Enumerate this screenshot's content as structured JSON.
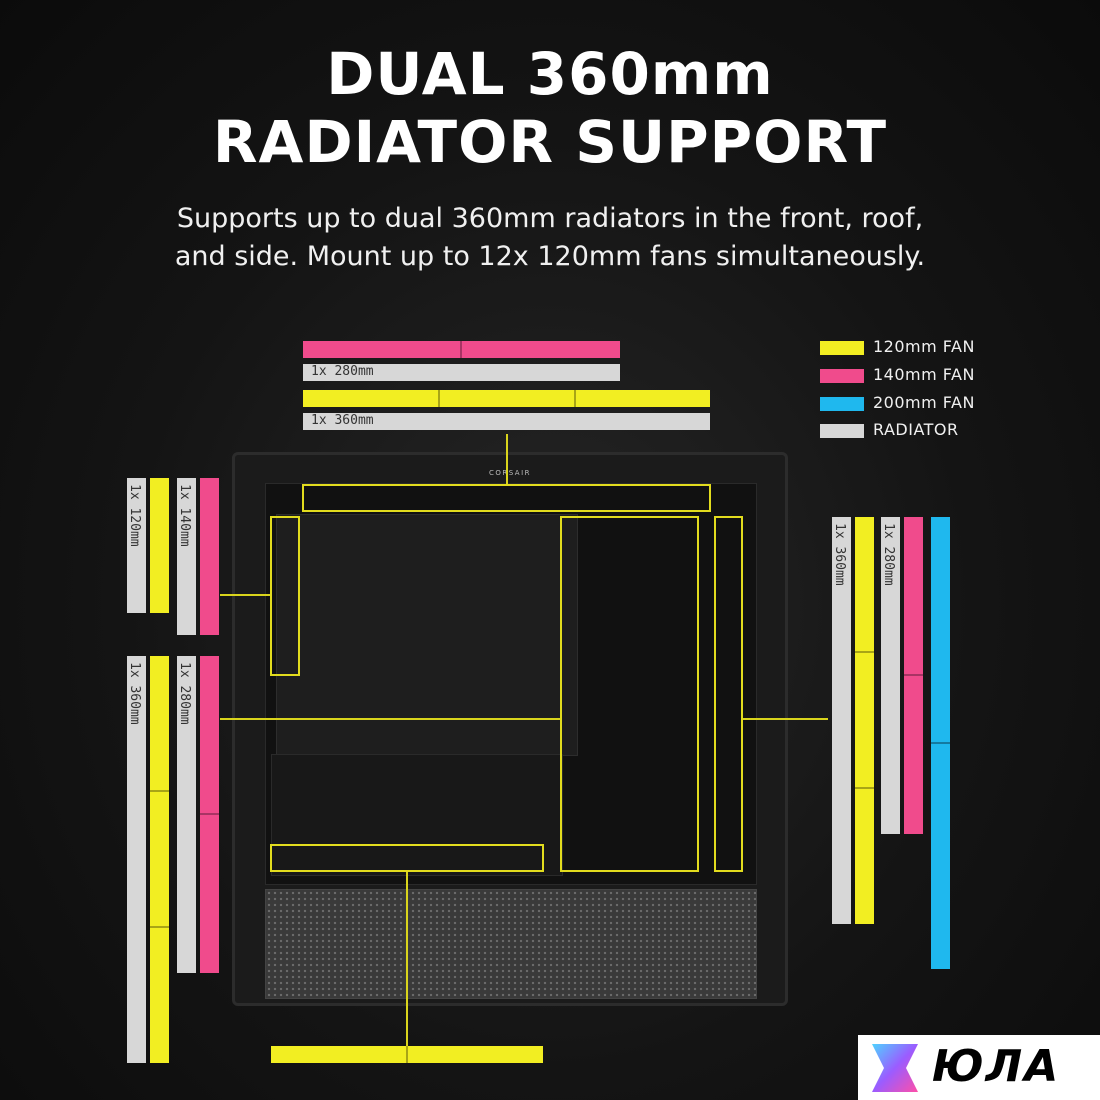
{
  "headline": {
    "line1": "DUAL 360mm",
    "line2": "RADIATOR SUPPORT"
  },
  "subtitle": {
    "line1": "Supports up to dual 360mm radiators in the front, roof,",
    "line2": "and side. Mount up to 12x 120mm fans simultaneously."
  },
  "legend": [
    {
      "label": "120mm FAN",
      "color": "#f2ee22"
    },
    {
      "label": "140mm FAN",
      "color": "#f04b8c"
    },
    {
      "label": "200mm FAN",
      "color": "#1fb8ee"
    },
    {
      "label": "RADIATOR",
      "color": "#d7d7d7"
    }
  ],
  "top_config": {
    "radiator_280": "1x 280mm",
    "radiator_360": "1x 360mm"
  },
  "left_config": {
    "upper_120": "1x 120mm",
    "upper_140": "1x 140mm",
    "lower_360": "1x 360mm",
    "lower_280": "1x 280mm"
  },
  "right_config": {
    "radiator_360": "1x 360mm",
    "radiator_280": "1x 280mm"
  },
  "case": {
    "brand": "CORSAIR"
  },
  "watermark": {
    "text": "ЮЛА"
  },
  "colors": {
    "fan_120": "#f2ee22",
    "fan_140": "#f04b8c",
    "fan_200": "#1fb8ee",
    "radiator": "#d7d7d7",
    "highlight": "#e2dc1e"
  }
}
